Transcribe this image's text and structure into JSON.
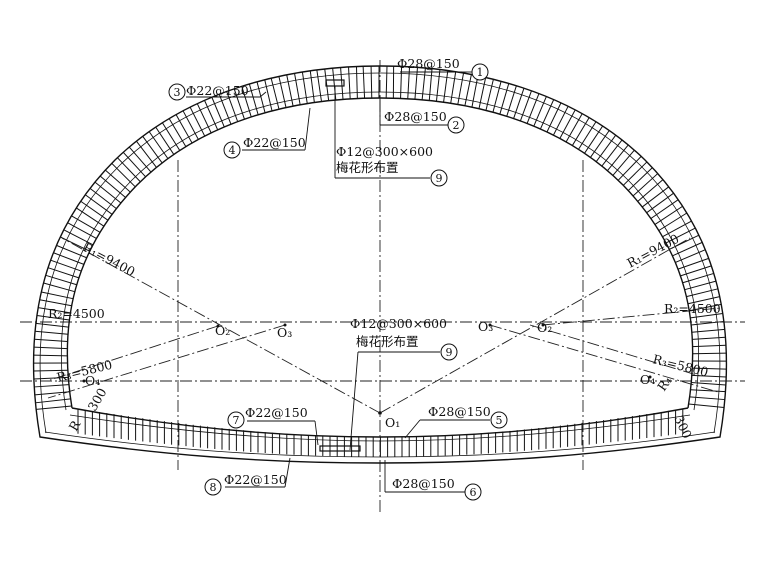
{
  "labels": {
    "l1": "Ф28@150",
    "l2": "Ф28@150",
    "l3": "Ф22@150",
    "l4": "Ф22@150",
    "l5": "Ф28@150",
    "l6": "Ф28@150",
    "l7": "Ф22@150",
    "l8": "Ф22@150",
    "l9_top_a": "Ф12@300×600",
    "l9_top_b": "梅花形布置",
    "l9_mid_a": "Ф12@300×600",
    "l9_mid_b": "梅花形布置"
  },
  "markers": [
    "1",
    "2",
    "3",
    "4",
    "5",
    "6",
    "7",
    "8",
    "9",
    "9"
  ],
  "radii": {
    "r1_left": "R₁=9400",
    "r1_right": "R₁=9400",
    "r2_left": "R₂=4500",
    "r2_right": "R₂=4500",
    "r3_left": "R₃=5800",
    "r3_right": "R₃=5800",
    "r4_right": "R₄",
    "t_left": "300",
    "t_right": "300",
    "r_left_corner": "R"
  },
  "centers": {
    "o1": "O₁",
    "o2_left": "O₂",
    "o3_left": "O₃",
    "o2_right": "O₂",
    "o3_right": "O₃",
    "o4_left": "O₄",
    "o4_right": "O₄"
  }
}
